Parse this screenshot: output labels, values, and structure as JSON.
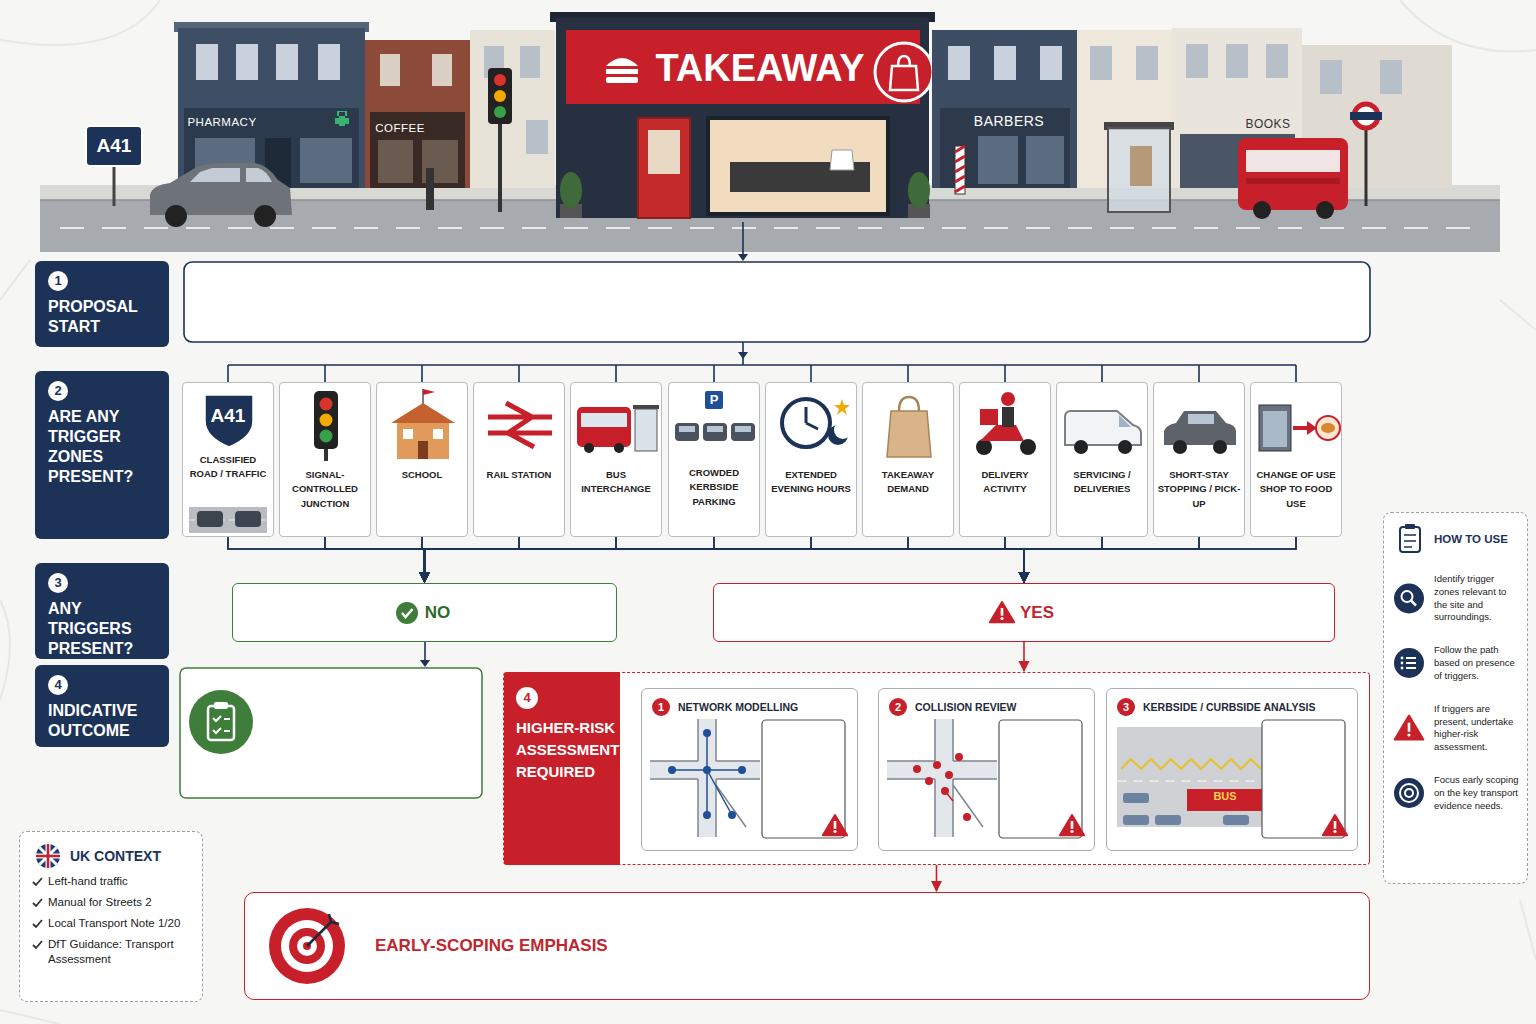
{
  "diagram": {
    "nodes": [
      {
        "text": [
          "1",
          "PROPOSAL START"
        ]
      },
      {
        "text": [
          "2",
          "ARE ANY TRIGGER ZONES PRESENT?"
        ]
      },
      {
        "text": [
          "A41",
          "CLASSIFIED ROAD / TRAFFIC"
        ]
      },
      {
        "text": [
          "SIGNAL-CONTROLLED JUNCTION"
        ]
      },
      {
        "text": [
          "SCHOOL"
        ]
      },
      {
        "text": [
          "RAIL STATION"
        ]
      },
      {
        "text": [
          "BUS INTERCHANGE"
        ]
      },
      {
        "text": [
          "P",
          "CROWDED KERBSIDE PARKING"
        ]
      },
      {
        "text": [
          "EXTENDED EVENING HOURS"
        ]
      },
      {
        "text": [
          "TAKEAWAY DEMAND"
        ]
      },
      {
        "text": [
          "DELIVERY ACTIVITY"
        ]
      },
      {
        "text": [
          "SERVICING / DELIVERIES"
        ]
      },
      {
        "text": [
          "SHORT-STAY STOPPING / PICK-UP"
        ]
      },
      {
        "text": [
          "CHANGE OF USE SHOP TO FOOD USE"
        ]
      },
      {
        "text": [
          "3",
          "ANY TRIGGERS PRESENT?"
        ]
      },
      {
        "text": [
          "NO"
        ]
      },
      {
        "text": [
          "YES"
        ]
      },
      {
        "text": [
          "4",
          "INDICATIVE OUTCOME"
        ]
      },
      {
        "text": [
          "4",
          "HIGHER-RISK ASSESSMENT REQUIRED"
        ]
      },
      {
        "text": [
          "1",
          "NETWORK MODELLING"
        ],
        "in": 18
      },
      {
        "text": [
          "2",
          "COLLISION REVIEW"
        ],
        "in": 18
      },
      {
        "text": [
          "3",
          "KERBSIDE / CURBSIDE ANALYSIS"
        ],
        "in": 18
      },
      {
        "text": [
          "EARLY-SCOPING EMPHASIS"
        ]
      },
      {
        "text": [
          "UK CONTEXT",
          "Left-hand traffic",
          "Manual for Streets 2",
          "Local Transport Note 1/20",
          "DfT Guidance: Transport Assessment"
        ]
      },
      {
        "text": [
          "HOW TO USE",
          "Identify trigger zones relevant to the site and surroundings.",
          "Follow the path based on presence of triggers.",
          "If triggers are present, undertake higher-risk assessment.",
          "Focus early scoping on the key transport evidence needs."
        ]
      }
    ],
    "edges": [
      {
        "from": 2,
        "to": 15,
        "arrow": "to"
      },
      {
        "from": 2,
        "to": 16,
        "arrow": "to"
      },
      {
        "from": 3,
        "to": 15,
        "arrow": "to"
      },
      {
        "from": 3,
        "to": 16,
        "arrow": "to"
      },
      {
        "from": 4,
        "to": 15,
        "arrow": "to"
      },
      {
        "from": 4,
        "to": 16,
        "arrow": "to"
      },
      {
        "from": 5,
        "to": 15,
        "arrow": "to"
      },
      {
        "from": 5,
        "to": 16,
        "arrow": "to"
      },
      {
        "from": 6,
        "to": 15,
        "arrow": "to"
      },
      {
        "from": 6,
        "to": 16,
        "arrow": "to"
      },
      {
        "from": 7,
        "to": 15,
        "arrow": "to"
      },
      {
        "from": 7,
        "to": 16,
        "arrow": "to"
      },
      {
        "from": 8,
        "to": 15,
        "arrow": "to"
      },
      {
        "from": 8,
        "to": 16,
        "arrow": "to"
      },
      {
        "from": 9,
        "to": 15,
        "arrow": "to"
      },
      {
        "from": 9,
        "to": 16,
        "arrow": "to"
      },
      {
        "from": 10,
        "to": 15,
        "arrow": "to"
      },
      {
        "from": 10,
        "to": 16,
        "arrow": "to"
      },
      {
        "from": 11,
        "to": 15,
        "arrow": "to"
      },
      {
        "from": 11,
        "to": 16,
        "arrow": "to"
      },
      {
        "from": 12,
        "to": 15,
        "arrow": "to"
      },
      {
        "from": 12,
        "to": 16,
        "arrow": "to"
      },
      {
        "from": 13,
        "to": 15,
        "arrow": "to"
      },
      {
        "from": 13,
        "to": 16,
        "arrow": "to"
      },
      {
        "from": 16,
        "to": 18,
        "arrow": "to"
      },
      {
        "from": 18,
        "to": 22,
        "arrow": "to"
      }
    ],
    "labels": [
      "A41",
      "PHARMACY",
      "COFFEE",
      "TAKEAWAY",
      "BARBERS",
      "BOOKS",
      "BUS"
    ]
  }
}
